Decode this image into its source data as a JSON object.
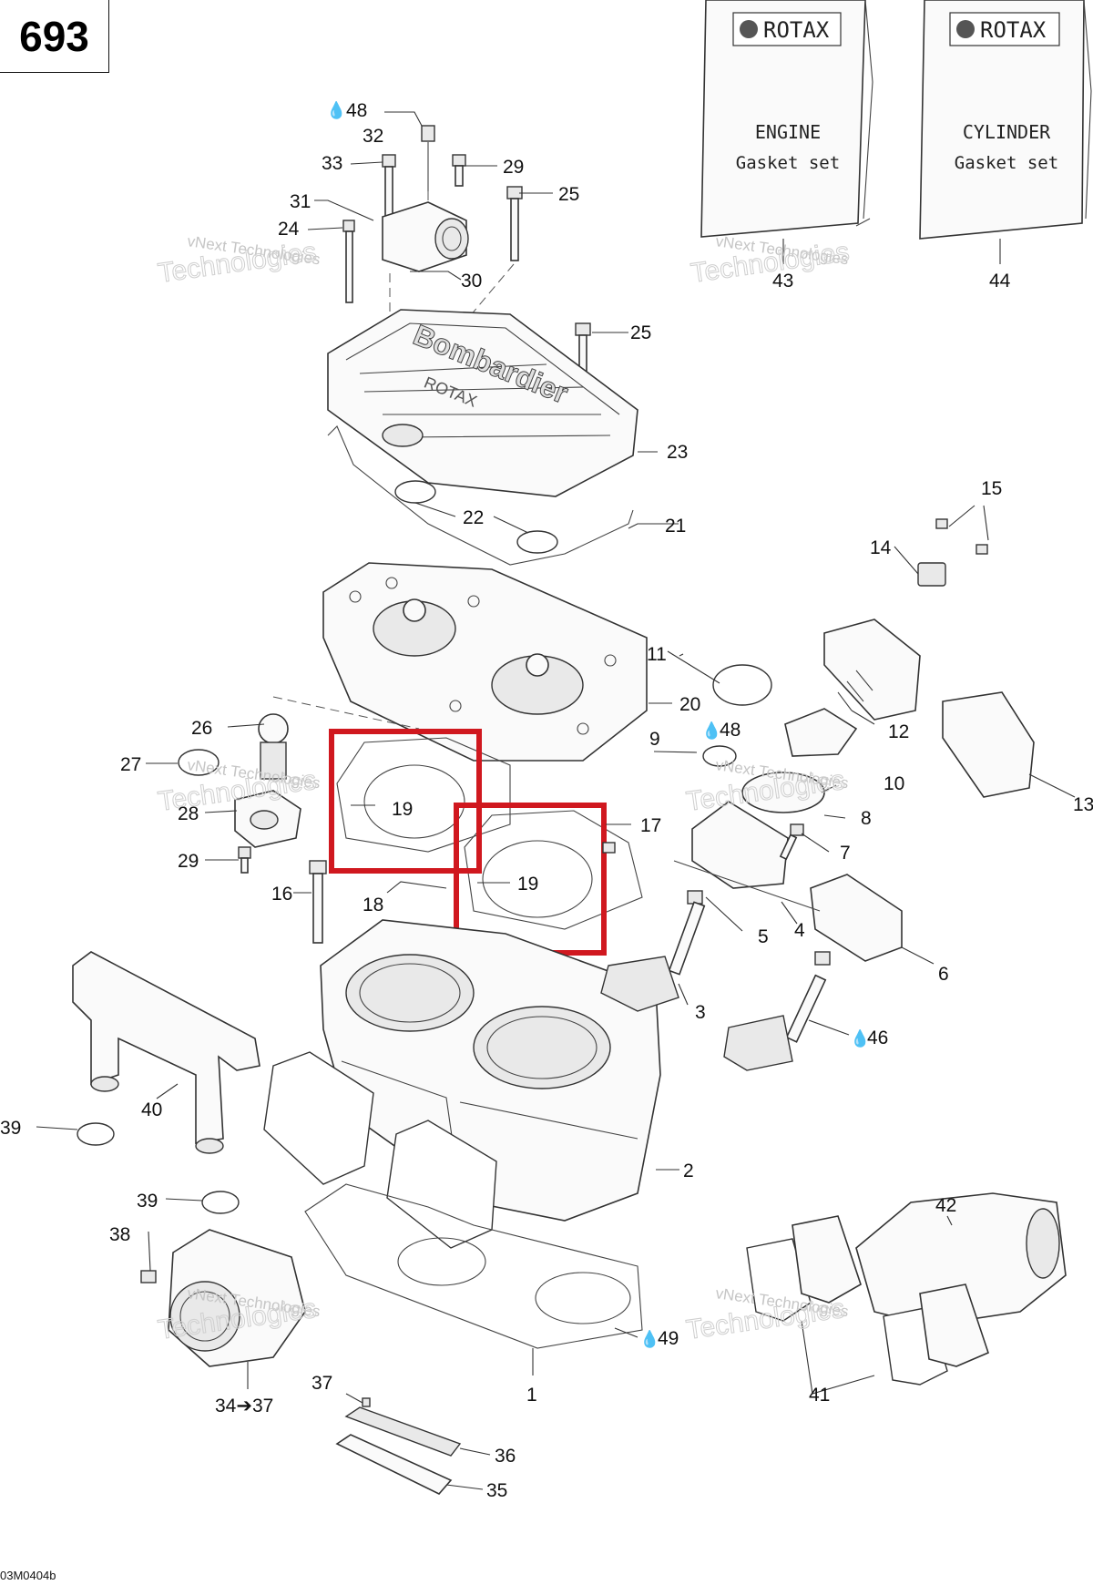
{
  "page_number": "693",
  "drawing_id": "03M0404b",
  "brand_label": "ROTAX",
  "kits": [
    {
      "title": "ENGINE",
      "subtitle": "Gasket set",
      "ref": "43"
    },
    {
      "title": "CYLINDER",
      "subtitle": "Gasket set",
      "ref": "44"
    }
  ],
  "watermark": {
    "line1": "vNext Technologies",
    "line2": "vNext",
    "line3": "Technologies"
  },
  "head_cover_brand": "Bombardier",
  "head_cover_sub": "ROTAX",
  "callouts": {
    "c1": "1",
    "c2": "2",
    "c3": "3",
    "c4": "4",
    "c5": "5",
    "c6": "6",
    "c7": "7",
    "c8": "8",
    "c9": "9",
    "c10": "10",
    "c11": "11",
    "c12": "12",
    "c13": "13",
    "c14": "14",
    "c15": "15",
    "c16": "16",
    "c17": "17",
    "c18": "18",
    "c19a": "19",
    "c19b": "19",
    "c20": "20",
    "c21": "21",
    "c22": "22",
    "c23": "23",
    "c24": "24",
    "c25a": "25",
    "c25b": "25",
    "c26": "26",
    "c27": "27",
    "c28": "28",
    "c29a": "29",
    "c29b": "29",
    "c30": "30",
    "c31": "31",
    "c32": "32",
    "c33": "33",
    "c34_37": "34➔37",
    "c35": "35",
    "c36": "36",
    "c37": "37",
    "c38": "38",
    "c39a": "39",
    "c39b": "39",
    "c40": "40",
    "c41": "41",
    "c42": "42",
    "c46": "46",
    "c48a": "48",
    "c48b": "48",
    "c49": "49"
  },
  "highlight_color": "#d0181f"
}
